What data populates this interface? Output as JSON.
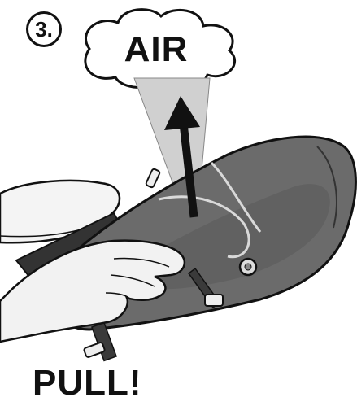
{
  "step": {
    "number": "3."
  },
  "callout": {
    "text": "AIR"
  },
  "instruction": {
    "text": "PULL!"
  },
  "colors": {
    "ink": "#111111",
    "bag": "#6b6b6b",
    "bag_dark": "#4a4a4a",
    "beam": "#cfcfcf",
    "skin": "#f2f2f2"
  },
  "icons": [
    "up-arrow-icon",
    "cloud-icon"
  ]
}
